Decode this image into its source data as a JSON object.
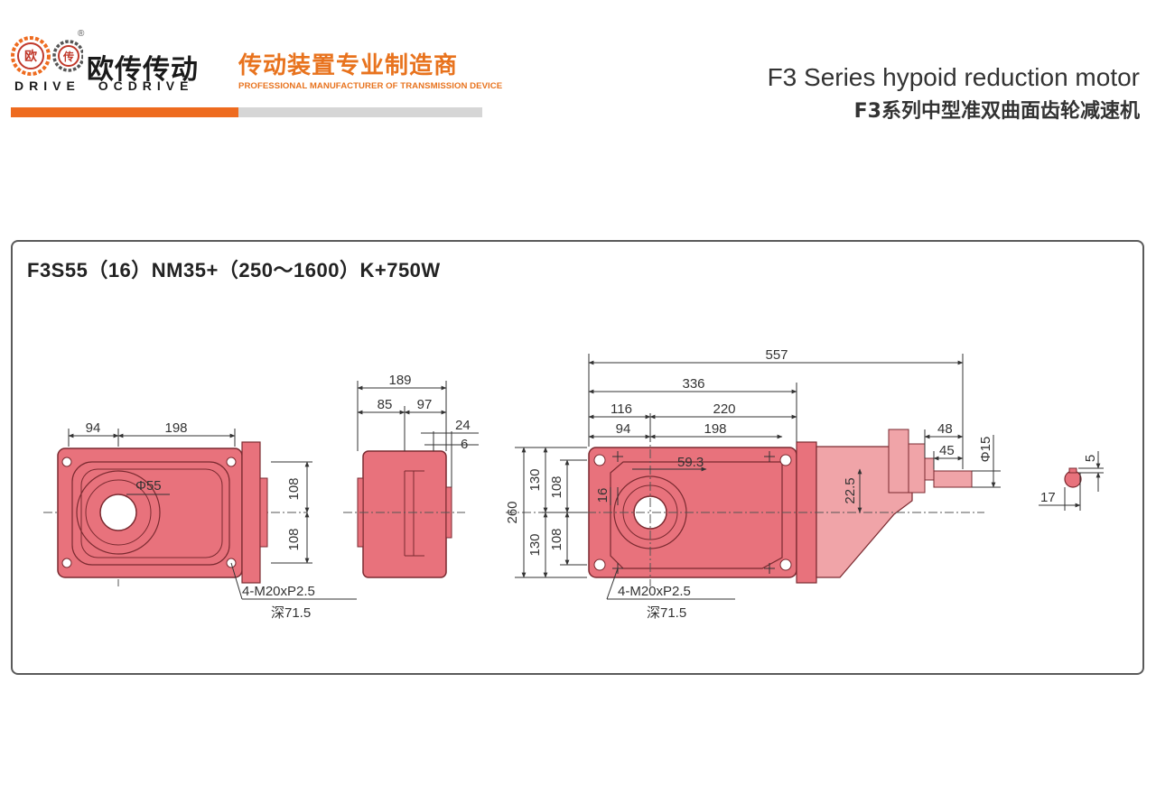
{
  "header": {
    "brand_cn": "欧传传动",
    "badge_left": "欧",
    "badge_right": "传",
    "reg_mark": "®",
    "brand_en_1": "DRIVE",
    "brand_en_2": "OCDRIVE",
    "tagline_cn": "传动装置专业制造商",
    "tagline_en": "PROFESSIONAL MANUFACTURER OF TRANSMISSION DEVICE",
    "title_en": "F3 Series hypoid reduction motor",
    "title_cn": "F3系列中型准双曲面齿轮减速机",
    "colors": {
      "accent": "#ee6b1f",
      "divider": "#d6d6d6",
      "part_fill": "#e8727c"
    }
  },
  "panel": {
    "model": "F3S55（16）NM35+（250～1600）K+750W"
  },
  "front_view": {
    "dims": {
      "d94": "94",
      "d198": "198",
      "phi55": "Φ55",
      "d108a": "108",
      "d108b": "108"
    },
    "note1": "4-M20xP2.5",
    "note2": "深71.5"
  },
  "side_view": {
    "dims": {
      "d189": "189",
      "d85": "85",
      "d97": "97",
      "d24": "24",
      "d6": "6"
    }
  },
  "right_view": {
    "dims": {
      "d557": "557",
      "d336": "336",
      "d116": "116",
      "d220": "220",
      "d94": "94",
      "d198": "198",
      "d59_3": "59.3",
      "d260": "260",
      "d130a": "130",
      "d130b": "130",
      "d108a": "108",
      "d108b": "108",
      "d16": "16",
      "d22_5": "22.5",
      "d48": "48",
      "d45": "45",
      "phi15": "Φ15"
    },
    "note1": "4-M20xP2.5",
    "note2": "深71.5"
  },
  "key_detail": {
    "dims": {
      "d5": "5",
      "d17": "17"
    }
  }
}
